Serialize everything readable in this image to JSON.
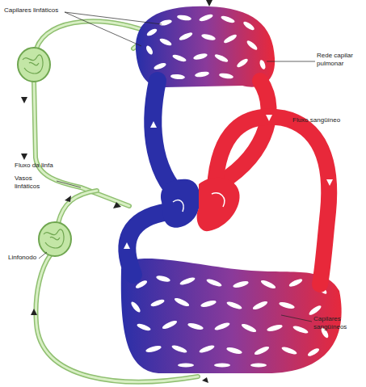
{
  "diagram": {
    "labels": [
      "Capilares linfáticos",
      "Rede capilar pulmonar",
      "Fluxo sangüíneo",
      "Fluxo da linfa",
      "Vasos linfáticos",
      "Linfonodo",
      "Capilares sangüíneos"
    ]
  }
}
